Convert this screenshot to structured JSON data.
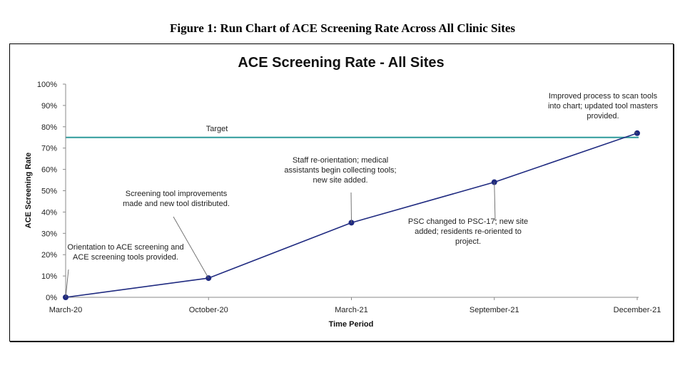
{
  "figure_caption": "Figure 1: Run Chart of ACE Screening Rate Across All Clinic Sites",
  "chart_data": {
    "type": "line",
    "title": "ACE Screening Rate - All Sites",
    "xlabel": "Time Period",
    "ylabel": "ACE Screening Rate",
    "categories": [
      "March-20",
      "October-20",
      "March-21",
      "September-21",
      "December-21"
    ],
    "series": [
      {
        "values": [
          0,
          9,
          35,
          54,
          77
        ],
        "color": "#1f2a80"
      }
    ],
    "ylim": [
      0,
      100
    ],
    "yticks": [
      "0%",
      "10%",
      "20%",
      "30%",
      "40%",
      "50%",
      "60%",
      "70%",
      "80%",
      "90%",
      "100%"
    ],
    "target": {
      "label": "Target",
      "value": 75,
      "color": "#2e9a9a"
    },
    "annotations": [
      {
        "point": 0,
        "lines": [
          "Orientation to ACE screening and",
          "ACE screening tools provided."
        ]
      },
      {
        "point": 1,
        "lines": [
          "Screening tool improvements",
          "made and new tool distributed."
        ]
      },
      {
        "point": 2,
        "lines": [
          "Staff re-orientation; medical",
          "assistants begin collecting tools;",
          "new site added."
        ]
      },
      {
        "point": 3,
        "lines": [
          "PSC changed to PSC-17; new site",
          "added; residents re-oriented to",
          "project."
        ]
      },
      {
        "point": 4,
        "lines": [
          "Improved process to scan tools",
          "into chart; updated tool masters",
          "provided."
        ]
      }
    ],
    "grid": false,
    "legend": "none"
  }
}
